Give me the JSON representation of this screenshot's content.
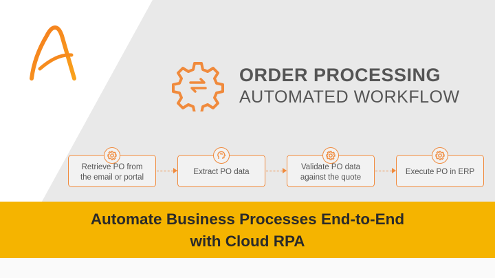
{
  "brand": {
    "logo_icon": "automation-anywhere-a-logo-icon",
    "accent_color": "#f08a3c",
    "banner_color": "#f5b400"
  },
  "title": {
    "line1": "ORDER PROCESSING",
    "line2": "AUTOMATED WORKFLOW",
    "icon": "gear-with-cycle-arrows-icon"
  },
  "steps": [
    {
      "label": "Retrieve PO from\nthe email or portal",
      "icon": "gear-icon"
    },
    {
      "label": "Extract PO data",
      "icon": "brain-head-icon"
    },
    {
      "label": "Validate PO data\nagainst the quote",
      "icon": "gear-icon"
    },
    {
      "label": "Execute PO in ERP",
      "icon": "gear-icon"
    }
  ],
  "banner": {
    "line1": "Automate Business Processes End-to-End",
    "line2": "with Cloud RPA"
  }
}
